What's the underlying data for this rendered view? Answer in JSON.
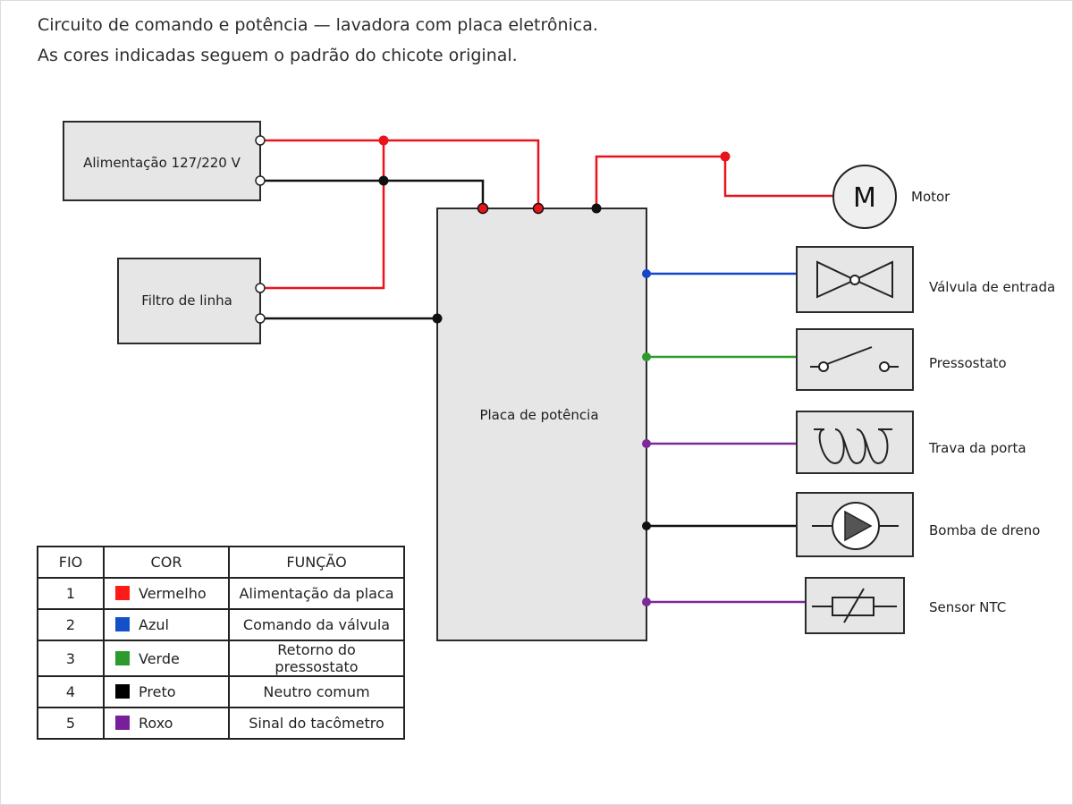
{
  "title_line1": "Circuito de comando e potência — lavadora com placa eletrônica.",
  "title_line2": "As cores indicadas seguem o padrão do chicote original.",
  "blocks": {
    "alimentacao": "Alimentação 127/220 V",
    "filtro": "Filtro de linha",
    "placa": "Placa de potência"
  },
  "components": {
    "motor_symbol": "M",
    "motor": "Motor",
    "valvula": "Válvula de entrada",
    "pressostato": "Pressostato",
    "trava": "Trava da porta",
    "bomba": "Bomba de dreno",
    "sensor": "Sensor NTC"
  },
  "wire_colors": {
    "red": "#e8141c",
    "blue": "#1446c8",
    "green": "#2e9a2e",
    "black": "#111111",
    "purple": "#7a2a9a"
  },
  "legend": {
    "headers": [
      "FIO",
      "COR",
      "FUNÇÃO"
    ],
    "rows": [
      {
        "fio": "1",
        "cor": "Vermelho",
        "color": "#ff1a1a",
        "funcao": "Alimentação da placa"
      },
      {
        "fio": "2",
        "cor": "Azul",
        "color": "#1450c8",
        "funcao": "Comando da válvula"
      },
      {
        "fio": "3",
        "cor": "Verde",
        "color": "#2e9a2e",
        "funcao": "Retorno do pressostato"
      },
      {
        "fio": "4",
        "cor": "Preto",
        "color": "#000000",
        "funcao": "Neutro comum"
      },
      {
        "fio": "5",
        "cor": "Roxo",
        "color": "#7a1f9a",
        "funcao": "Sinal do tacômetro"
      }
    ]
  }
}
